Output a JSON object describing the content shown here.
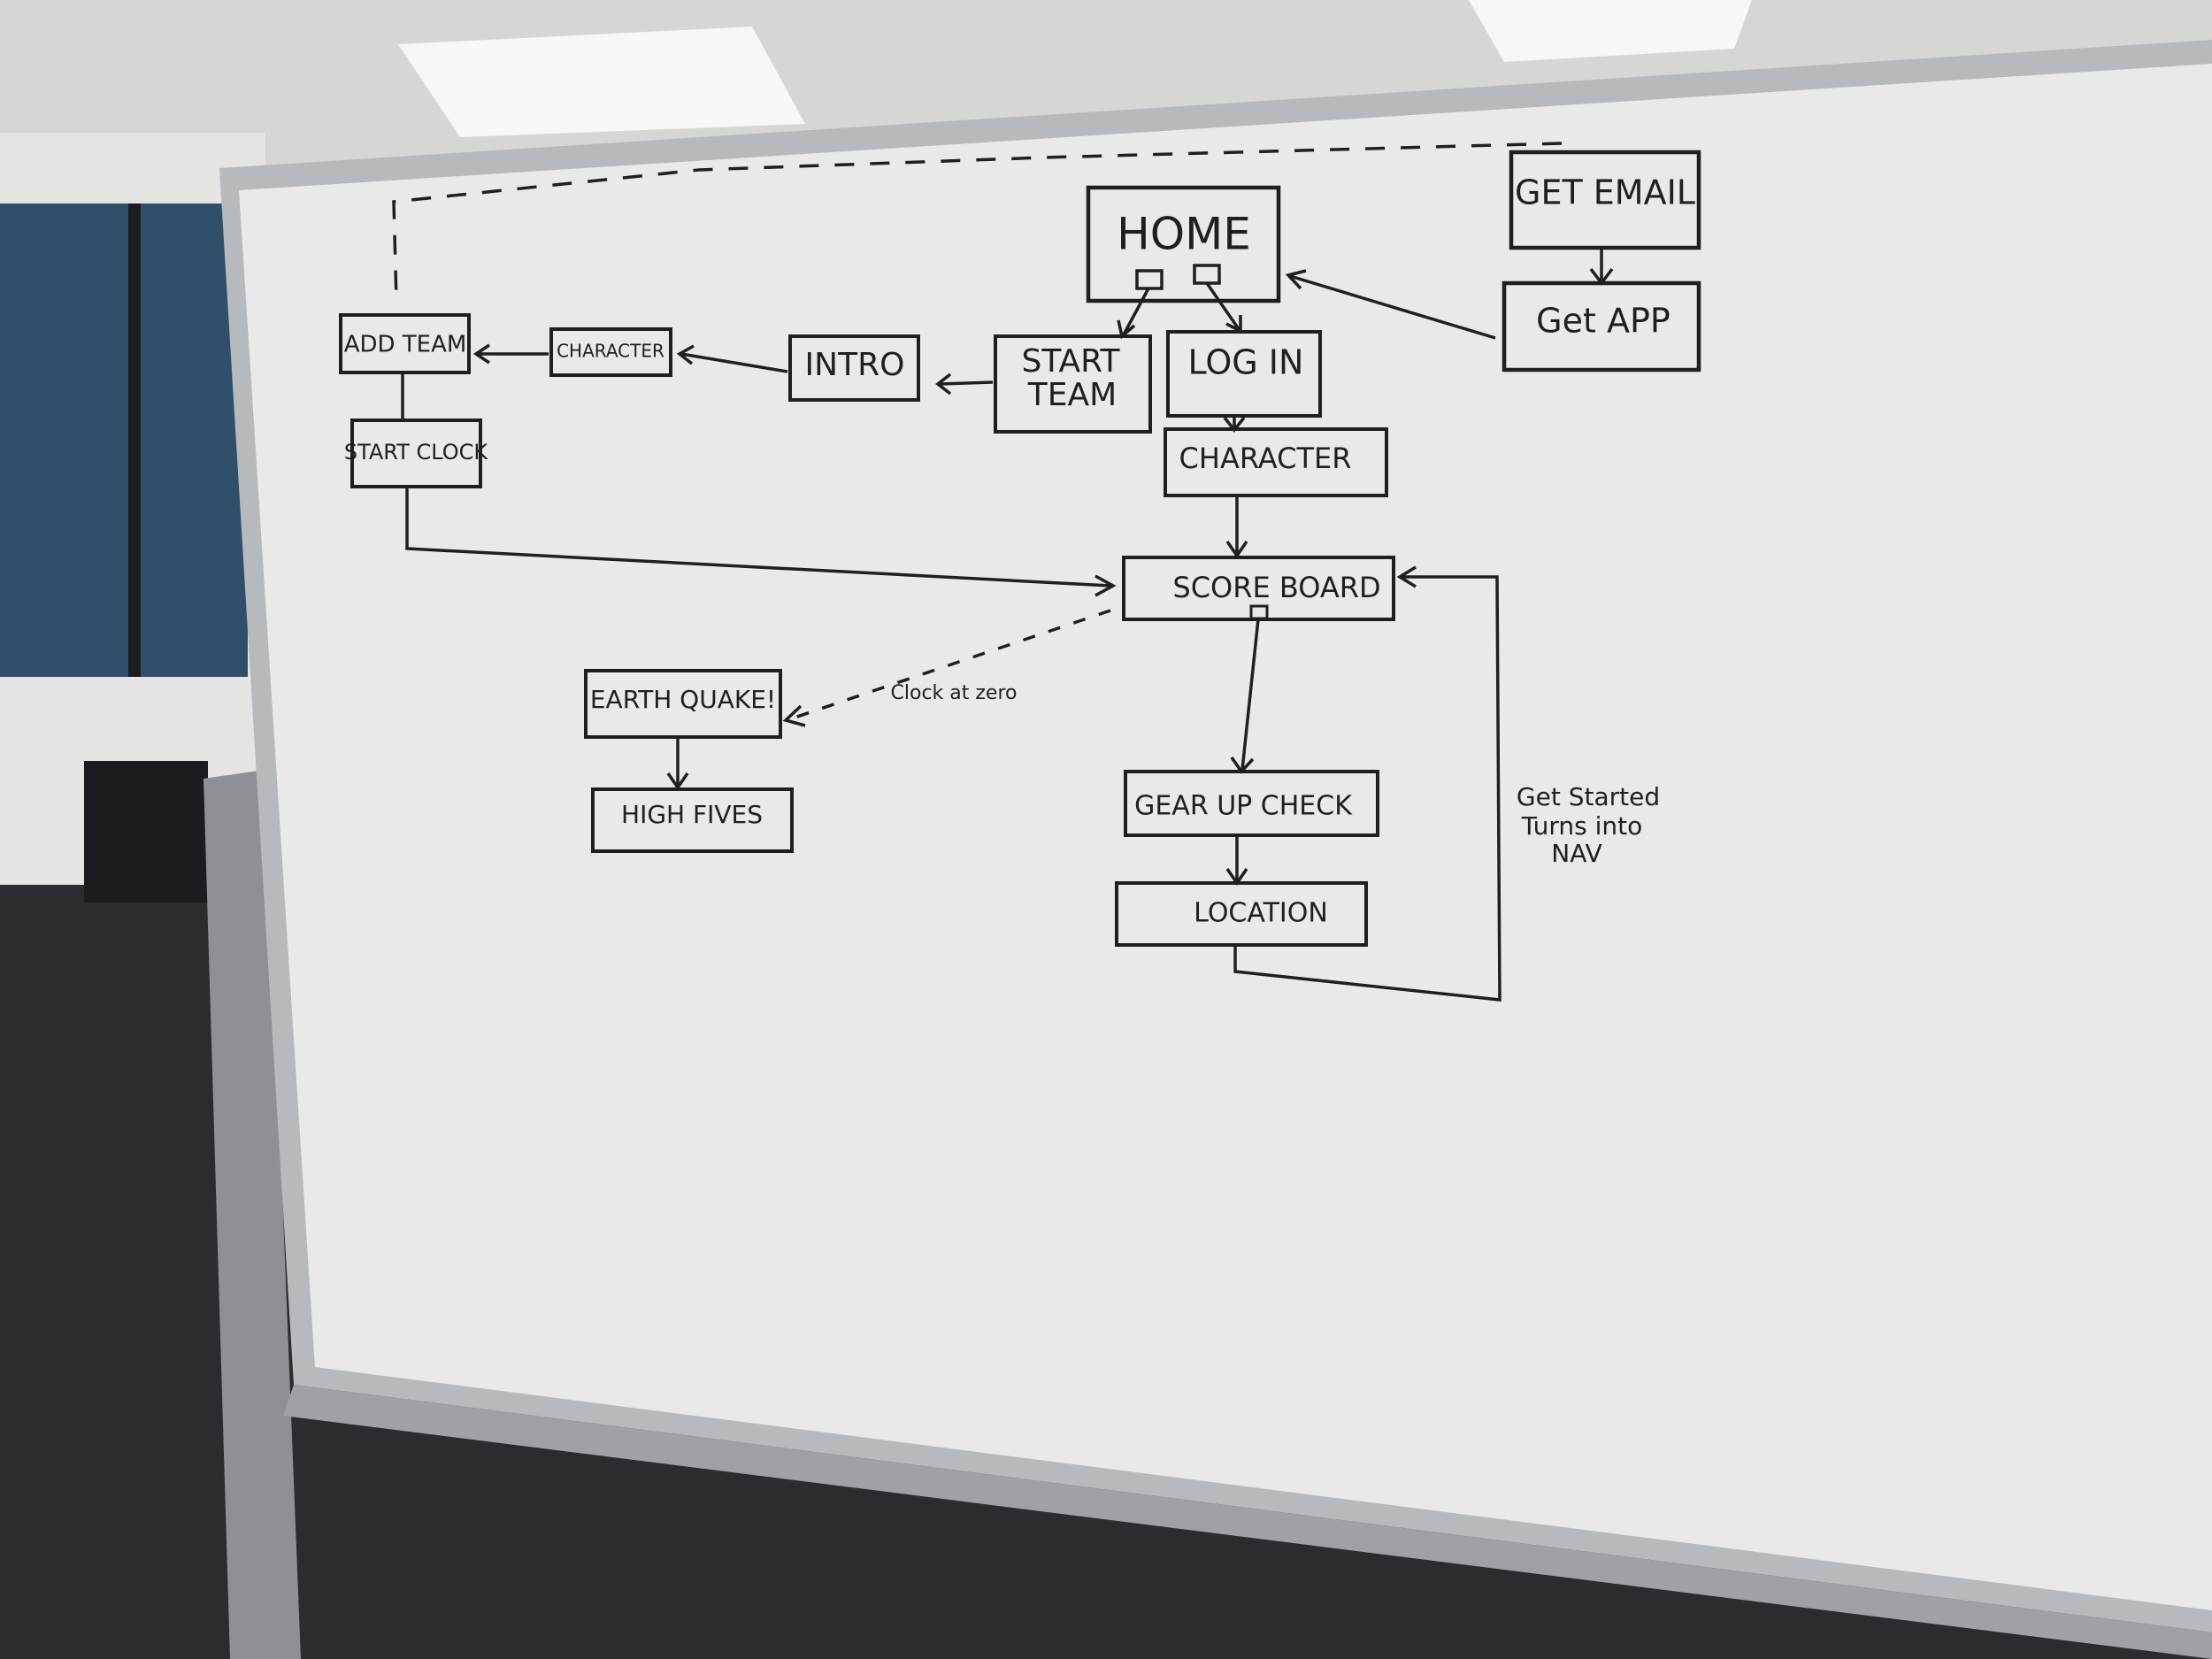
{
  "colors": {
    "ink": "#1f1f22",
    "board": "#e9eaea",
    "frame": "#b9bcbf",
    "ceiling": "#d4d4d2",
    "wall": "#e6e6e4",
    "floor": "#2b2c30",
    "window": "#2f4f6b"
  },
  "nodes": {
    "home": {
      "label": "HOME"
    },
    "get_email": {
      "label": "GET EMAIL"
    },
    "get_app": {
      "label": "Get APP"
    },
    "add_team": {
      "label": "ADD TEAM"
    },
    "character_small": {
      "label": "CHARACTER"
    },
    "intro": {
      "label": "INTRO"
    },
    "start_team": {
      "line1": "START",
      "line2": "TEAM"
    },
    "log_in": {
      "label": "LOG IN"
    },
    "start_clock": {
      "label": "START CLOCK"
    },
    "character": {
      "label": "CHARACTER"
    },
    "score_board": {
      "label": "SCORE BOARD"
    },
    "earthquake": {
      "label": "EARTH QUAKE!"
    },
    "high_fives": {
      "label": "HIGH FIVES"
    },
    "gear_up_check": {
      "label": "GEAR UP CHECK"
    },
    "location": {
      "label": "LOCATION"
    }
  },
  "annotations": {
    "clock_at_zero": "Clock at zero",
    "get_started": {
      "line1": "Get Started",
      "line2": "Turns into",
      "line3": "NAV"
    }
  }
}
